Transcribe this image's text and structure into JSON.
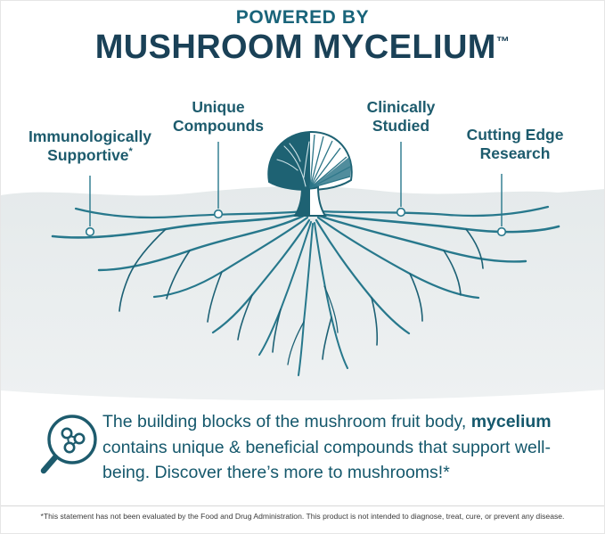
{
  "header": {
    "powered_by": "POWERED BY",
    "title": "MUSHROOM MYCELIUM",
    "trademark": "™"
  },
  "callouts": [
    {
      "id": "immunologically-supportive",
      "line1": "Immunologically",
      "line2": "Supportive",
      "superscript": "*"
    },
    {
      "id": "unique-compounds",
      "line1": "Unique",
      "line2": "Compounds"
    },
    {
      "id": "clinically-studied",
      "line1": "Clinically",
      "line2": "Studied"
    },
    {
      "id": "cutting-edge-research",
      "line1": "Cutting Edge",
      "line2": "Research"
    }
  ],
  "description": {
    "part1": "The building blocks of the mushroom fruit body, ",
    "bold": "mycelium",
    "part2": " contains unique & beneficial compounds that support well-being. Discover there’s more to mushrooms!*"
  },
  "footer": {
    "disclaimer": "*This statement has not been evaluated by the Food and Drug Administration. This product is not intended to diagnose, treat, cure, or prevent any disease."
  },
  "icons": {
    "magnifier": "magnifying-glass-molecule-icon",
    "illustration": "mushroom-mycelium-roots-illustration"
  },
  "colors": {
    "heading": "#1a4157",
    "teal": "#19647a",
    "root": "#27788c",
    "root_dark": "#1d6175",
    "band": "#e7ebec",
    "text": "#15586c"
  }
}
